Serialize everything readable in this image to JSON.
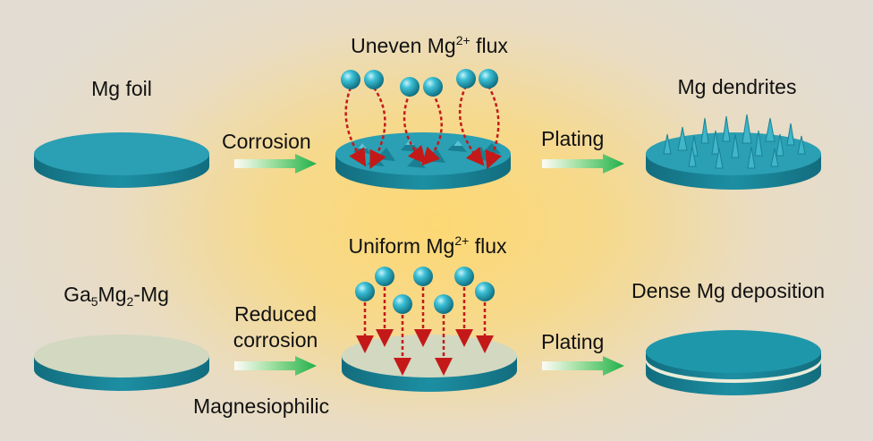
{
  "top_row": {
    "start_label": "Mg foil",
    "step1_label": "Corrosion",
    "middle_label_prefix": "Uneven Mg",
    "middle_label_sup": "2+",
    "middle_label_suffix": " flux",
    "step2_label": "Plating",
    "end_label": "Mg dendrites"
  },
  "bottom_row": {
    "start_label_parts": [
      "Ga",
      "5",
      "Mg",
      "2",
      "-Mg"
    ],
    "step1_label_line1": "Reduced",
    "step1_label_line2": "corrosion",
    "step1_note": "Magnesiophilic",
    "middle_label_prefix": "Uniform Mg",
    "middle_label_sup": "2+",
    "middle_label_suffix": " flux",
    "step2_label": "Plating",
    "end_label": "Dense Mg deposition"
  },
  "colors": {
    "disk_top": "#2b9fb3",
    "disk_side": "#16798c",
    "alloy_top": "#d3d8c0",
    "ion": "#1ea6bd",
    "flux_arrow": "#c41919",
    "process_arrow": "#2fb84a",
    "deposit_stripe": "#e9ecd9"
  }
}
